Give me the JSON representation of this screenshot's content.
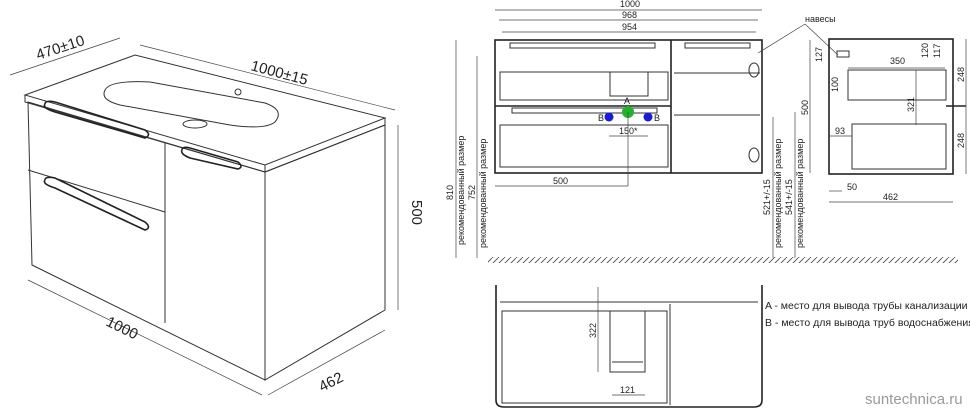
{
  "iso_view": {
    "depth_label": "470±10",
    "width_top_label": "1000±15",
    "height_label": "500",
    "width_bottom_label": "1000",
    "depth_bottom_label": "462"
  },
  "front_view": {
    "dim_1000": "1000",
    "dim_968": "968",
    "dim_954": "954",
    "hinges_label": "навесы",
    "point_a": "A",
    "point_b_left": "B",
    "point_b_right": "B",
    "dim_150": "150*",
    "dim_500_horizontal": "500",
    "dim_500_vertical": "500",
    "dim_127": "127",
    "dim_810": "810",
    "dim_752": "752",
    "dim_521": "521+/-15",
    "dim_541": "541+/-15",
    "recommended_size": "рекомендованный размер"
  },
  "side_view": {
    "dim_350": "350",
    "dim_120": "120",
    "dim_117": "117",
    "dim_248_top": "248",
    "dim_248_bottom": "248",
    "dim_100": "100",
    "dim_321": "321",
    "dim_93": "93",
    "dim_50": "50",
    "dim_462": "462"
  },
  "top_view": {
    "dim_322": "322",
    "dim_121": "121"
  },
  "legend": {
    "a": "A - место для вывода трубы канализации",
    "b": "B - место для вывода труб водоснабжения"
  },
  "watermark": "suntechnica.ru",
  "colors": {
    "point_a": "#22b22b",
    "point_b": "#1a1ad8"
  }
}
